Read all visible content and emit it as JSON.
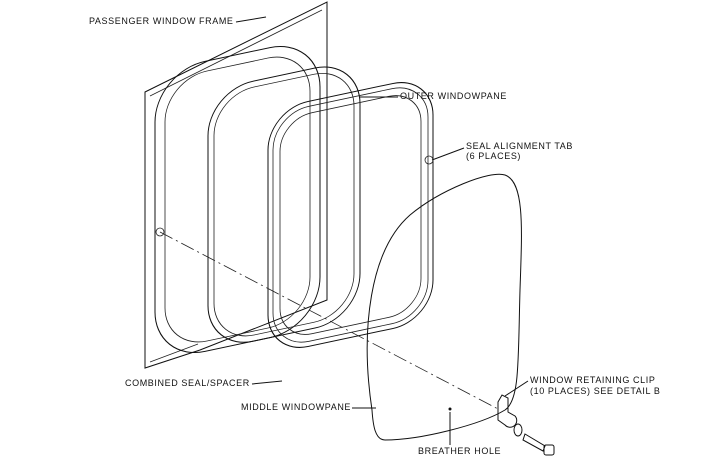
{
  "labels": {
    "frame": "PASSENGER WINDOW FRAME",
    "outer_pane": "OUTER WINDOWPANE",
    "seal_tab": "SEAL ALIGNMENT TAB",
    "seal_tab_count": "(6 PLACES)",
    "seal_spacer": "COMBINED SEAL/SPACER",
    "middle_pane": "MIDDLE WINDOWPANE",
    "clip": "WINDOW RETAINING CLIP",
    "clip_note": "(10 PLACES) SEE DETAIL B",
    "breather": "BREATHER HOLE"
  }
}
